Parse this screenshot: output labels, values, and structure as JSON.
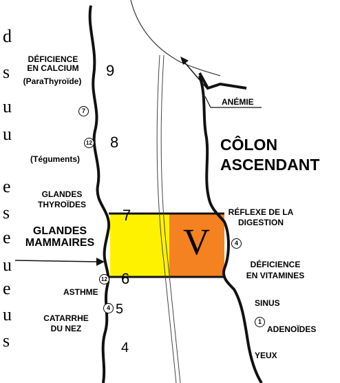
{
  "colors": {
    "yellow": "#FFF200",
    "orange": "#F58220",
    "line": "#111111"
  },
  "margin_letters": [
    "d",
    "s",
    "u",
    "u",
    "e",
    "s",
    "e",
    "u",
    "e",
    "u",
    "s"
  ],
  "zone_roman": "V",
  "vertebra_numbers": {
    "n9": "9",
    "n8": "8",
    "n7": "7",
    "n6": "6",
    "n5": "5",
    "n4": "4"
  },
  "circled": {
    "c7": "7",
    "c12a": "12",
    "c12b": "12",
    "c4a": "4",
    "c4b": "4",
    "c1": "1"
  },
  "labels": {
    "deficience_calcium_l1": "DÉFICIENCE",
    "deficience_calcium_l2": "EN CALCIUM",
    "parathyroide": "(ParaThyroïde)",
    "teguments": "(Téguments)",
    "glandes_thyroides_l1": "GLANDES",
    "glandes_thyroides_l2": "THYROÏDES",
    "glandes_mammaires_l1": "GLANDES",
    "glandes_mammaires_l2": "MAMMAIRES",
    "asthme": "ASTHME",
    "catarrhe_l1": "CATARRHE",
    "catarrhe_l2": "DU NEZ",
    "anemie": "ANÉMIE",
    "colon_l1": "CÔLON",
    "colon_l2": "ASCENDANT",
    "reflexe_l1": "RÉFLEXE DE LA",
    "reflexe_l2": "DIGESTION",
    "deficience_vitamines_l1": "DÉFICIENCE",
    "deficience_vitamines_l2": "EN VITAMINES",
    "sinus": "SINUS",
    "adenoides": "ADENOÏDES",
    "yeux": "YEUX"
  }
}
